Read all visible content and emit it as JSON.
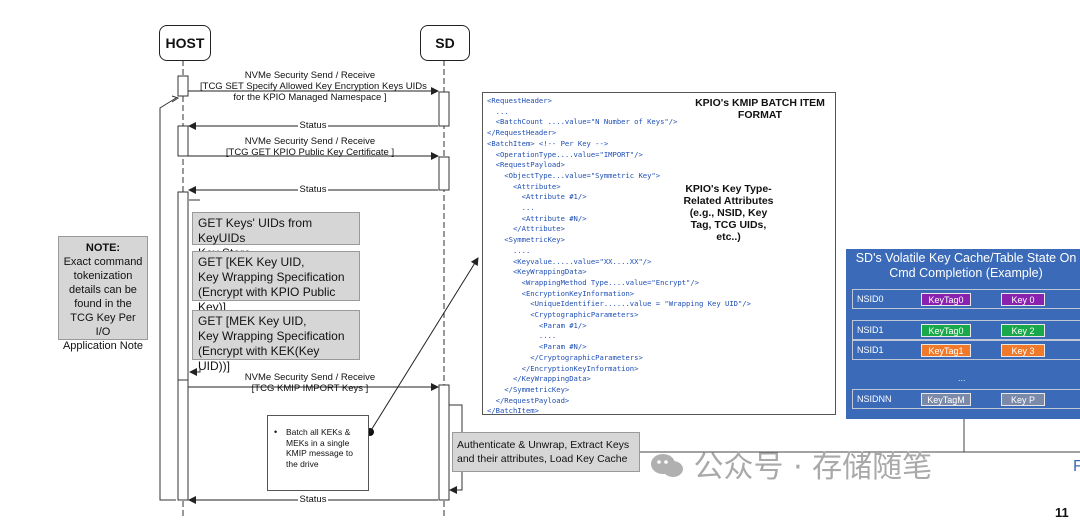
{
  "actors": {
    "host": "HOST",
    "sd": "SD"
  },
  "messages": {
    "m1": [
      "NVMe Security Send / Receive",
      "[TCG SET Specify Allowed Key Encryption Keys UIDs",
      "for the KPIO Managed Namespace ]"
    ],
    "status1": "Status",
    "m2": [
      "NVMe Security Send / Receive",
      "[TCG GET KPIO Public Key Certificate ]"
    ],
    "status2": "Status",
    "m3": [
      "NVMe Security Send / Receive",
      "[TCG KMIP IMPORT Keys ]"
    ],
    "status3": "Status"
  },
  "steps": {
    "s1": [
      "GET Keys' UIDs from KeyUIDs",
      "Key Store"
    ],
    "s2": [
      "GET [KEK Key UID,",
      "Key Wrapping Specification",
      "(Encrypt with KPIO Public Key)]"
    ],
    "s3": [
      "GET [MEK Key UID,",
      "Key Wrapping Specification",
      "(Encrypt with KEK(Key UID))]"
    ]
  },
  "note": {
    "title": "NOTE:",
    "lines": [
      "Exact command",
      "tokenization",
      "details can be",
      "found in the",
      "TCG Key Per I/O",
      "Application Note"
    ]
  },
  "xml": {
    "title": [
      "KPIO's KMIP BATCH ITEM",
      "FORMAT"
    ],
    "attr_note": [
      "KPIO's Key Type-",
      "Related Attributes",
      "(e.g., NSID, Key",
      "Tag, TCG UIDs,",
      "etc..)"
    ],
    "lines": [
      "<RequestHeader>",
      "  ...",
      "  <BatchCount ....value=\"N Number of Keys\"/>",
      "</RequestHeader>",
      "<BatchItem> <!-- Per Key -->",
      "  <OperationType....value=\"IMPORT\"/>",
      "  <RequestPayload>",
      "    <ObjectType...value=\"Symmetric Key\">",
      "      <Attribute>",
      "        <Attribute #1/>",
      "        ...",
      "        <Attribute #N/>",
      "      </Attribute>",
      "    <SymmetricKey>",
      "      ....",
      "      <Keyvalue.....value=\"XX....XX\"/>",
      "      <KeyWrappingData>",
      "        <WrappingMethod Type....value=\"Encrypt\"/>",
      "        <EncryptionKeyInformation>",
      "          <UniqueIdentifier......value = \"Wrapping Key UID\"/>",
      "          <CryptographicParameters>",
      "            <Param #1/>",
      "            ....",
      "            <Param #N/>",
      "          </CryptographicParameters>",
      "        </EncryptionKeyInformation>",
      "      </KeyWrappingData>",
      "    </SymmetricKey>",
      "  </RequestPayload>",
      "</BatchItem>"
    ]
  },
  "batch": {
    "bullet": "•",
    "text": [
      "Batch all KEKs &",
      "MEKs in a single",
      "KMIP message to",
      "the drive"
    ]
  },
  "auth": [
    "Authenticate & Unwrap, Extract Keys",
    "and their attributes, Load Key Cache"
  ],
  "cache": {
    "title": [
      "SD's Volatile Key Cache/Table State On",
      "Cmd Completion (Example)"
    ],
    "rows": [
      {
        "nsid": "NSID0",
        "tag": "KeyTag0",
        "key": "Key 0",
        "tag_color": "#8a22b0",
        "key_color": "#8a22b0"
      },
      {
        "nsid": "NSID1",
        "tag": "KeyTag0",
        "key": "Key 2",
        "tag_color": "#19a84a",
        "key_color": "#19a84a"
      },
      {
        "nsid": "NSID1",
        "tag": "KeyTag1",
        "key": "Key 3",
        "tag_color": "#f07a2a",
        "key_color": "#f07a2a"
      },
      {
        "nsid": "NSIDNN",
        "tag": "KeyTagM",
        "key": "Key P",
        "tag_color": "#7a8aa8",
        "key_color": "#7a8aa8"
      }
    ],
    "ellipsis": "..."
  },
  "watermark": "公众号 · 存储随笔",
  "edge": {
    "right_letter": "F",
    "page_num": "11"
  }
}
